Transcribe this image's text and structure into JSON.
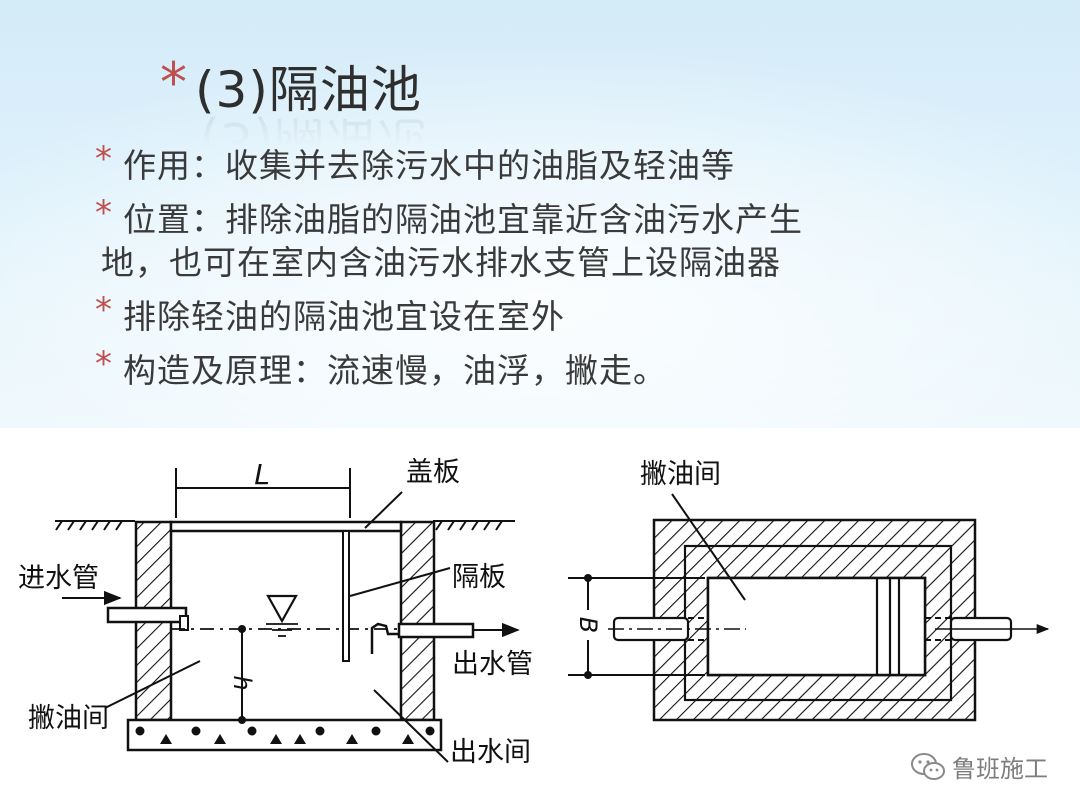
{
  "slide": {
    "title_marker": "*",
    "title": "(3)隔油池",
    "bullet_marker": "*",
    "bullets": [
      "作用：收集并去除污水中的油脂及轻油等",
      "位置：排除油脂的隔油池宜靠近含油污水产生",
      "地，也可在室内含油污水排水支管上设隔油器",
      "排除轻油的隔油池宜设在室外",
      "构造及原理：流速慢，油浮，撇走。"
    ]
  },
  "diagram": {
    "section": {
      "dim_length": "L",
      "dim_height": "h",
      "labels": {
        "cover": "盖板",
        "inlet": "进水管",
        "baffle": "隔板",
        "outlet": "出水管",
        "skim_chamber": "撇油间",
        "outlet_chamber": "出水间"
      }
    },
    "plan": {
      "skim_chamber": "撇油间",
      "dim_width": "B"
    }
  },
  "watermark": {
    "icon": "wechat-icon",
    "text": "鲁班施工"
  },
  "colors": {
    "bullet_marker": "#c0504d",
    "slide_text": "#3a3a3a",
    "background_top": "#d4ebf8"
  }
}
